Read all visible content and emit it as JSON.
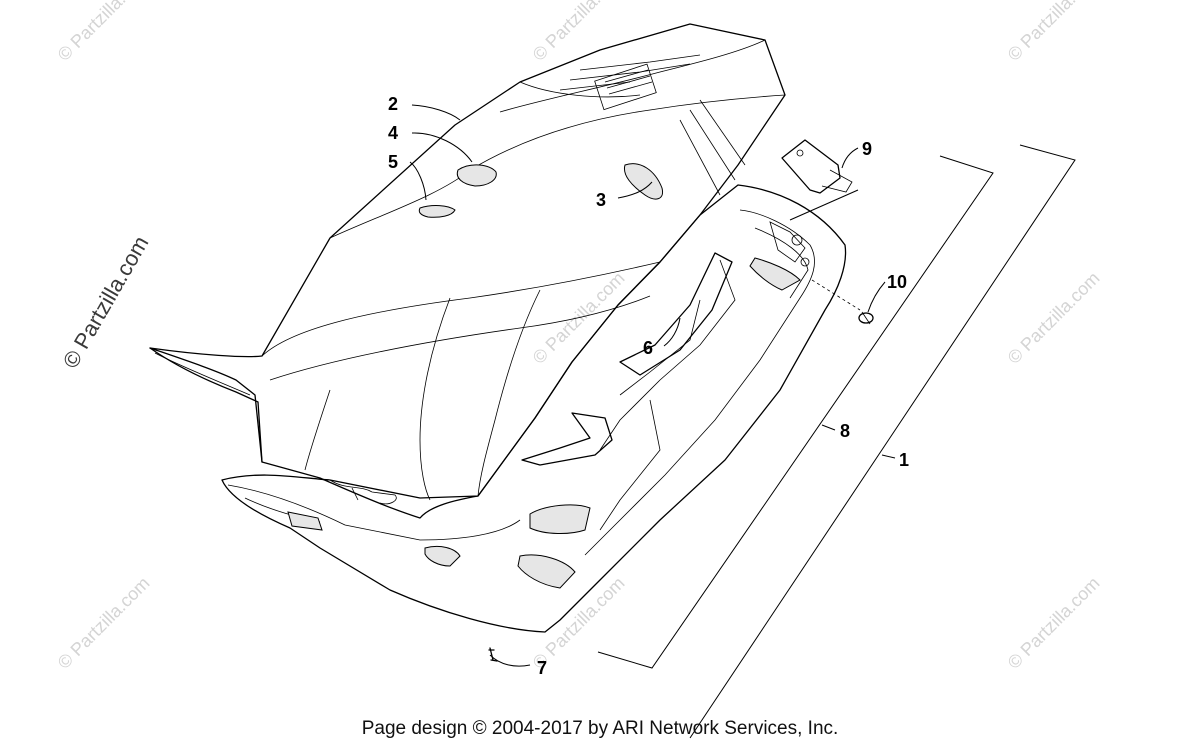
{
  "watermark": {
    "small": "© Partzilla.com",
    "large": "© Partzilla.com"
  },
  "callouts": [
    {
      "id": "1",
      "label": "1"
    },
    {
      "id": "2",
      "label": "2"
    },
    {
      "id": "3",
      "label": "3"
    },
    {
      "id": "4",
      "label": "4"
    },
    {
      "id": "5",
      "label": "5"
    },
    {
      "id": "6",
      "label": "6"
    },
    {
      "id": "7",
      "label": "7"
    },
    {
      "id": "8",
      "label": "8"
    },
    {
      "id": "9",
      "label": "9"
    },
    {
      "id": "10",
      "label": "10"
    }
  ],
  "footer": {
    "text": "Page design © 2004-2017 by ARI Network Services, Inc."
  }
}
